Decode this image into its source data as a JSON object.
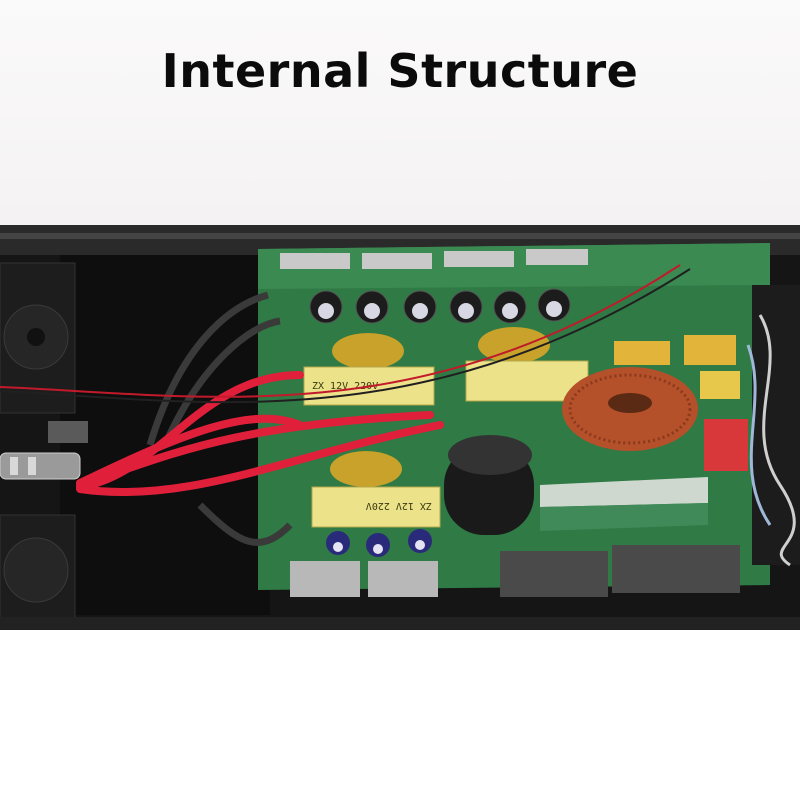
{
  "page": {
    "title": "Internal Structure"
  },
  "photo": {
    "transformer_labels": {
      "left_top": "ZX 12V 220V",
      "right_top": "",
      "bottom": "ZX 12V 220V"
    },
    "colors": {
      "pcb_green": "#2f7a45",
      "case_black": "#1a1a1a",
      "wire_red": "#e0203a",
      "copper_coil": "#b4502a",
      "transformer_yellow": "#e8d86a"
    }
  }
}
